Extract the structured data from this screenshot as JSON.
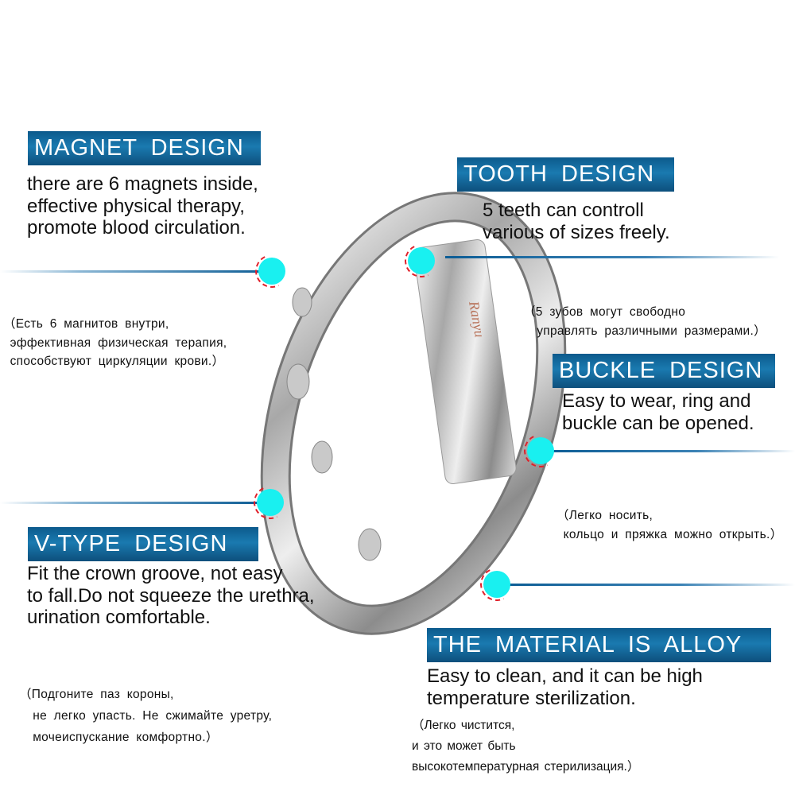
{
  "magnet": {
    "title": "MAGNET  DESIGN",
    "lines": [
      "there are 6 magnets inside,",
      "effective physical therapy,",
      "promote blood circulation."
    ],
    "ru": [
      "（Есть 6 магнитов внутри,",
      " эффективная физическая терапия,",
      " способствуют циркуляции крови.）"
    ]
  },
  "tooth": {
    "title": "TOOTH  DESIGN",
    "lines": [
      "5 teeth can controll",
      "various of sizes freely."
    ],
    "ru": [
      "（5 зубов могут свободно",
      "  управлять различными размерами.）"
    ]
  },
  "buckle": {
    "title": "BUCKLE  DESIGN",
    "lines": [
      "Easy to wear, ring and",
      "buckle can be opened."
    ],
    "ru": [
      "（Легко носить,",
      " кольцо и пряжка можно открыть.）"
    ]
  },
  "vtype": {
    "title": "V-TYPE  DESIGN",
    "lines": [
      "Fit the crown groove, not easy",
      "to fall.Do not squeeze the urethra,",
      "urination comfortable."
    ],
    "ru": [
      "（Подгоните паз короны,",
      "  не легко упасть. Не сжимайте уретру,",
      "  мочеиспускание комфортно.）"
    ]
  },
  "material": {
    "title": "THE  MATERIAL  IS  ALLOY",
    "lines": [
      "Easy to clean, and it can be high",
      "temperature sterilization."
    ],
    "ru": [
      "（Легко чистится,",
      "  и это может быть",
      "  высокотемпературная стерилизация.）"
    ]
  },
  "ring_logo": "Ranyu",
  "colors": {
    "header": "#1a7ab0",
    "dot": "#19f0f0",
    "marker": "#e0202a"
  }
}
